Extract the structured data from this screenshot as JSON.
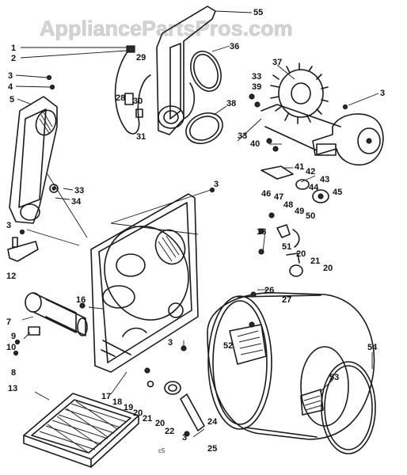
{
  "watermark": "AppliancePartsPros.com",
  "footer_mark": "c5",
  "callouts": {
    "c1": "1",
    "c2": "2",
    "c3a": "3",
    "c4": "4",
    "c5": "5",
    "c55": "55",
    "c36": "36",
    "c29": "29",
    "c28": "28",
    "c30": "30",
    "c31": "31",
    "c37": "37",
    "c33a": "33",
    "c39": "39",
    "c38": "38",
    "c3b": "3",
    "c33b": "33",
    "c40": "40",
    "c41": "41",
    "c42": "42",
    "c43": "43",
    "c44": "44",
    "c45": "45",
    "c33c": "33",
    "c34": "34",
    "c3c": "3",
    "c46": "46",
    "c47": "47",
    "c48": "48",
    "c49": "49",
    "c50": "50",
    "c3d": "3",
    "c12": "12",
    "c18": "18",
    "c51": "51",
    "c20a": "20",
    "c21a": "21",
    "c20b": "20",
    "c16": "16",
    "c26": "26",
    "c27": "27",
    "c7": "7",
    "c9": "9",
    "c10": "10",
    "c8": "8",
    "c3e": "3",
    "c52": "52",
    "c54": "54",
    "c53": "53",
    "c13": "13",
    "c17": "17",
    "c18b": "18",
    "c19": "19",
    "c20c": "20",
    "c21b": "21",
    "c20d": "20",
    "c22": "22",
    "c24": "24",
    "c3f": "3",
    "c25": "25"
  }
}
